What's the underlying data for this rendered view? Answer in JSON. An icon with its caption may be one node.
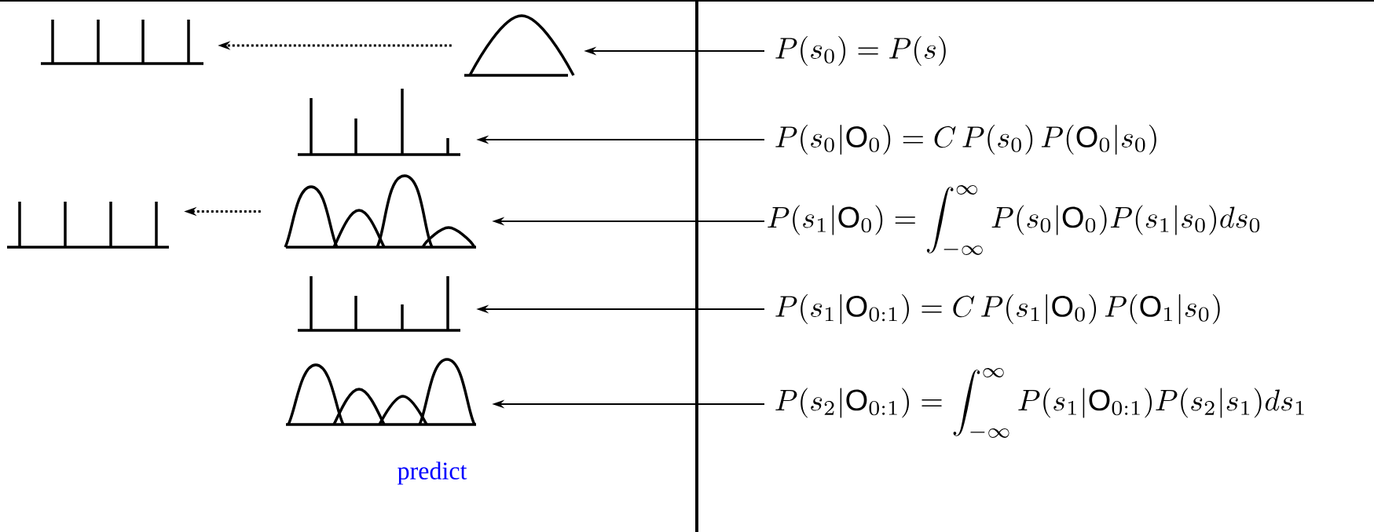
{
  "diagram": {
    "nodes": [
      {
        "text": [],
        "shape": "picture"
      },
      {
        "text": [],
        "shape": "picture"
      },
      {
        "text": [
          "P(s_0) = P(s)"
        ]
      },
      {
        "text": [],
        "shape": "picture"
      },
      {
        "text": [
          "P(s_0| \\mathrm{O}_0) = C\\,P(s_0)\\,P(\\mathrm{O}_0| s_0)"
        ]
      },
      {
        "text": [],
        "shape": "picture"
      },
      {
        "text": [],
        "shape": "picture"
      },
      {
        "text": [
          "P(s_1 | \\mathrm{O}_0) = \\int_{-\\infty}^{\\infty} P(s_0 | \\mathrm{O}_0) P(s_1 | s_0) ds_0"
        ]
      },
      {
        "text": [],
        "shape": "picture"
      },
      {
        "text": [
          "P(s_1| \\mathrm{O}_{0:1}) = C\\,P(s_1| \\mathrm{O}_0)\\,P(\\mathrm{O}_1| s_0)"
        ]
      },
      {
        "text": [],
        "shape": "picture"
      },
      {
        "text": [
          "P(s_2 | \\mathrm{O}_{0:1}) = \\int_{-\\infty}^{\\infty} P(s_1 | \\mathrm{O}_{0:1}) P(s_2 | s_1) ds_1"
        ]
      }
    ],
    "edges": [
      {
        "from": 2,
        "to": 1,
        "arrow": "to"
      },
      {
        "from": 1,
        "to": 0,
        "arrow": "to",
        "style": "dashed"
      },
      {
        "from": 4,
        "to": 3,
        "arrow": "to"
      },
      {
        "from": 7,
        "to": 6,
        "arrow": "to"
      },
      {
        "from": 6,
        "to": 5,
        "arrow": "to",
        "style": "dashed"
      },
      {
        "from": 9,
        "to": 8,
        "arrow": "to"
      },
      {
        "from": 11,
        "to": 10,
        "arrow": "to"
      }
    ],
    "labels": [
      "predict"
    ]
  }
}
